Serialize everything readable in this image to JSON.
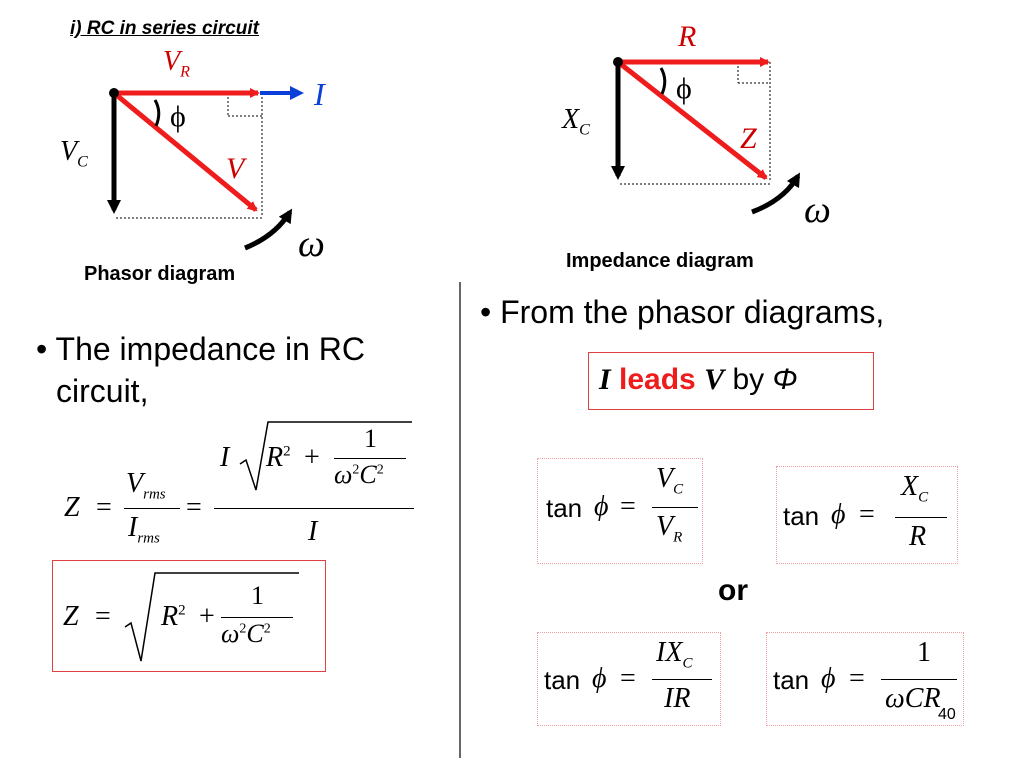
{
  "title": "i) RC in series circuit",
  "phasor": {
    "caption": "Phasor diagram",
    "vr": "V",
    "vr_sub": "R",
    "vc": "V",
    "vc_sub": "C",
    "v": "V",
    "i": "I",
    "phi": "ϕ",
    "omega": "ω"
  },
  "impedance": {
    "caption": "Impedance diagram",
    "r": "R",
    "xc": "X",
    "xc_sub": "C",
    "z": "Z",
    "phi": "ϕ",
    "omega": "ω"
  },
  "left_text": {
    "bullet": "•",
    "line1": "The impedance in RC",
    "line2": "circuit,"
  },
  "right_text": {
    "bullet": "•",
    "line1": "From the phasor diagrams,",
    "leads_i": "I",
    "leads_word": "leads",
    "leads_v": "V",
    "leads_by": "by",
    "leads_phi": "Φ",
    "or": "or"
  },
  "formulas": {
    "z": "Z",
    "eq": "=",
    "vrms": "V",
    "irms": "I",
    "rms": "rms",
    "i": "I",
    "r": "R",
    "sq": "2",
    "plus": "+",
    "one": "1",
    "omega": "ω",
    "c": "C",
    "tan": "tan",
    "phi": "ϕ",
    "vc": "V",
    "c_sub": "C",
    "vr": "V",
    "r_sub": "R",
    "xc": "X",
    "rr": "R",
    "ixc": "IX",
    "ir": "IR",
    "wcr": "ωCR"
  },
  "page_number": "40",
  "colors": {
    "red": "#ee1c1c",
    "blue": "#0a3fd8",
    "dark_red": "#cc0000",
    "box_red": "#e04040"
  }
}
